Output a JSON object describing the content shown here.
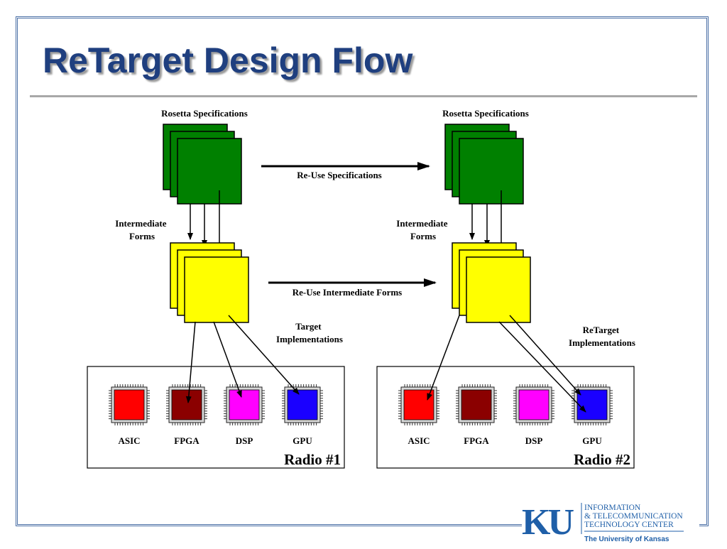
{
  "slide": {
    "title": "ReTarget Design Flow"
  },
  "diagram": {
    "rosetta_label_left": "Rosetta Specifications",
    "rosetta_label_right": "Rosetta Specifications",
    "reuse_specs": "Re-Use Specifications",
    "intermediate_left": [
      "Intermediate",
      "Forms"
    ],
    "intermediate_right": [
      "Intermediate",
      "Forms"
    ],
    "reuse_intermediate": "Re-Use Intermediate Forms",
    "target_impl": [
      "Target",
      "Implementations"
    ],
    "retarget_impl": [
      "ReTarget",
      "Implementations"
    ],
    "radio1": {
      "name": "Radio #1",
      "chips": [
        {
          "label": "ASIC",
          "color": "#ff0000"
        },
        {
          "label": "FPGA",
          "color": "#8b0000"
        },
        {
          "label": "DSP",
          "color": "#ff00ff"
        },
        {
          "label": "GPU",
          "color": "#1a00ff"
        }
      ]
    },
    "radio2": {
      "name": "Radio #2",
      "chips": [
        {
          "label": "ASIC",
          "color": "#ff0000"
        },
        {
          "label": "FPGA",
          "color": "#8b0000"
        },
        {
          "label": "DSP",
          "color": "#ff00ff"
        },
        {
          "label": "GPU",
          "color": "#1a00ff"
        }
      ]
    },
    "colors": {
      "spec": "#008000",
      "intermediate": "#ffff00"
    }
  },
  "logo": {
    "letters": "KU",
    "line1": "INFORMATION",
    "line2": "& TELECOMMUNICATION",
    "line3": "TECHNOLOGY CENTER",
    "line4": "The University of Kansas",
    "color": "#1f5fa8"
  }
}
